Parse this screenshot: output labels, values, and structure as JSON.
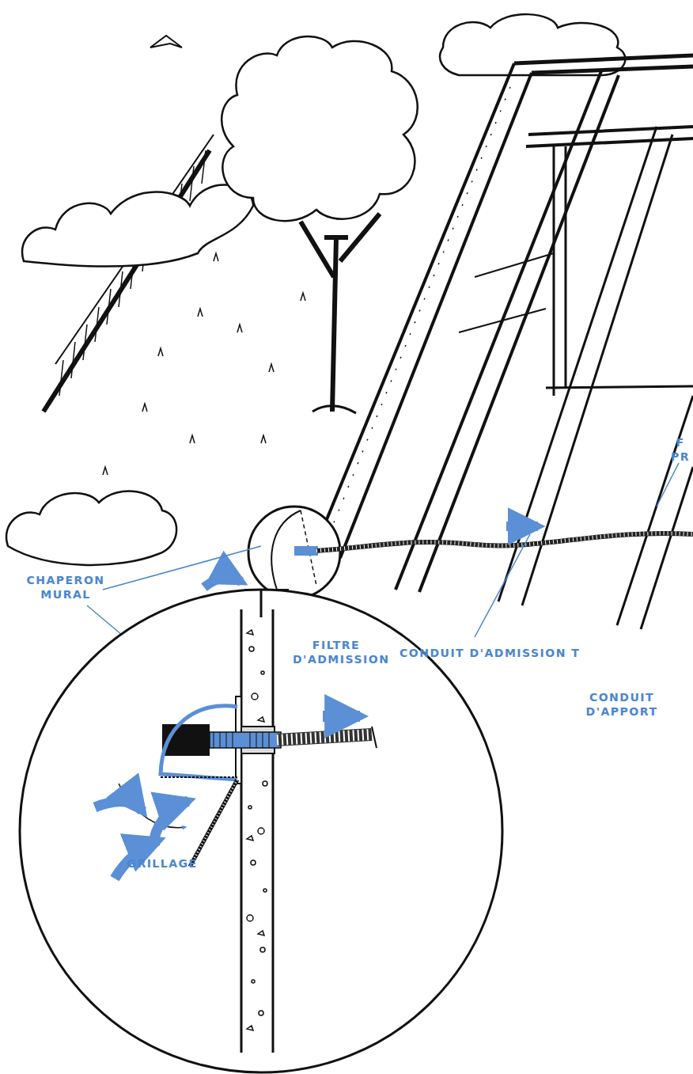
{
  "diagram": {
    "labels": [
      "CHAPERON MURAL",
      "FILTRE D'ADMISSION",
      "CONDUIT D'ADMISSION T",
      "CONDUIT D'APPORT",
      "GRILLAGE",
      "F PR"
    ]
  }
}
